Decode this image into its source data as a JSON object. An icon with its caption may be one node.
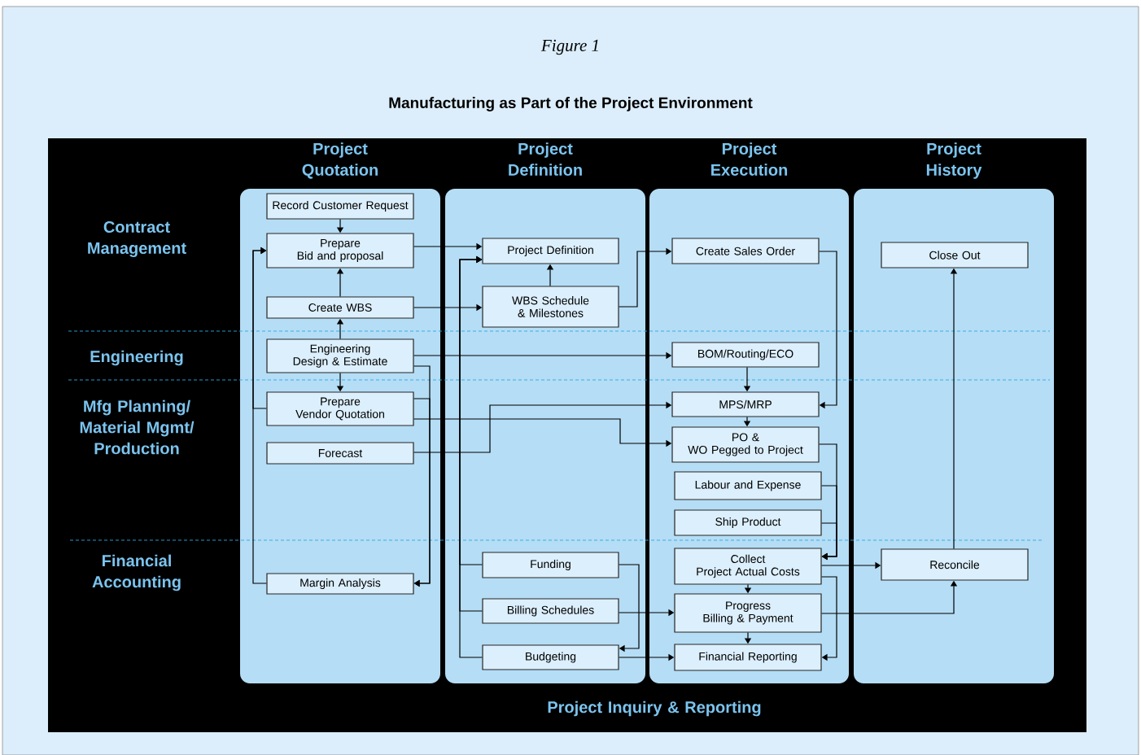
{
  "diagram": {
    "title": "Manufacturing as Part of the Project Environment",
    "caption": "Figure 1",
    "nodes": [
      {
        "text": [
          "Project Quotation"
        ]
      },
      {
        "text": [
          "Record Customer Request"
        ],
        "in": 0
      },
      {
        "text": [
          "Prepare Bid and proposal"
        ],
        "in": 0
      },
      {
        "text": [
          "Create WBS"
        ],
        "in": 0
      },
      {
        "text": [
          "Engineering Design & Estimate"
        ],
        "in": 0
      },
      {
        "text": [
          "Prepare Vendor Quotation"
        ],
        "in": 0
      },
      {
        "text": [
          "Forecast"
        ],
        "in": 0
      },
      {
        "text": [
          "Margin Analysis"
        ],
        "in": 0
      },
      {
        "text": [
          "Project Definition"
        ]
      },
      {
        "text": [
          "Project Definition"
        ],
        "in": 8
      },
      {
        "text": [
          "WBS Schedule & Milestones"
        ],
        "in": 8
      },
      {
        "text": [
          "Funding"
        ],
        "in": 8
      },
      {
        "text": [
          "Billing Schedules"
        ],
        "in": 8
      },
      {
        "text": [
          "Budgeting"
        ],
        "in": 8
      },
      {
        "text": [
          "Project Execution"
        ]
      },
      {
        "text": [
          "Create Sales Order"
        ],
        "in": 14
      },
      {
        "text": [
          "BOM/Routing/ECO"
        ],
        "in": 14
      },
      {
        "text": [
          "MPS/MRP"
        ],
        "in": 14
      },
      {
        "text": [
          "PO & WO Pegged to Project"
        ],
        "in": 14
      },
      {
        "text": [
          "Labour and Expense"
        ],
        "in": 14
      },
      {
        "text": [
          "Ship Product"
        ],
        "in": 14
      },
      {
        "text": [
          "Collect Project Actual Costs"
        ],
        "in": 14
      },
      {
        "text": [
          "Progress Billing & Payment"
        ],
        "in": 14
      },
      {
        "text": [
          "Financial Reporting"
        ],
        "in": 14
      },
      {
        "text": [
          "Project History"
        ]
      },
      {
        "text": [
          "Close Out"
        ],
        "in": 24
      },
      {
        "text": [
          "Reconcile"
        ],
        "in": 24
      }
    ],
    "edges": [
      {
        "from": 1,
        "to": 2,
        "arrow": "to"
      },
      {
        "from": 3,
        "to": 2,
        "arrow": "to"
      },
      {
        "from": 4,
        "to": 3,
        "arrow": "to"
      },
      {
        "from": 4,
        "to": 5,
        "arrow": "to"
      },
      {
        "from": 5,
        "to": 2,
        "arrow": "to"
      },
      {
        "from": 7,
        "to": 2,
        "arrow": "to"
      },
      {
        "from": 4,
        "to": 7,
        "arrow": "to"
      },
      {
        "from": 5,
        "to": 7,
        "arrow": "to"
      },
      {
        "from": 2,
        "to": 9,
        "arrow": "to"
      },
      {
        "from": 3,
        "to": 10,
        "arrow": "to"
      },
      {
        "from": 10,
        "to": 9,
        "arrow": "to"
      },
      {
        "from": 11,
        "to": 9,
        "arrow": "to"
      },
      {
        "from": 12,
        "to": 9,
        "arrow": "to"
      },
      {
        "from": 13,
        "to": 9,
        "arrow": "to"
      },
      {
        "from": 10,
        "to": 15,
        "arrow": "to"
      },
      {
        "from": 4,
        "to": 16,
        "arrow": "to"
      },
      {
        "from": 5,
        "to": 18,
        "arrow": "to"
      },
      {
        "from": 6,
        "to": 17,
        "arrow": "to"
      },
      {
        "from": 15,
        "to": 17,
        "arrow": "to"
      },
      {
        "from": 16,
        "to": 17,
        "arrow": "to"
      },
      {
        "from": 17,
        "to": 18,
        "arrow": "to"
      },
      {
        "from": 11,
        "to": 13,
        "arrow": "to"
      },
      {
        "from": 12,
        "to": 22,
        "arrow": "to"
      },
      {
        "from": 13,
        "to": 23,
        "arrow": "to"
      },
      {
        "from": 18,
        "to": 21,
        "arrow": "to"
      },
      {
        "from": 19,
        "to": 21,
        "arrow": "to"
      },
      {
        "from": 20,
        "to": 21,
        "arrow": "to"
      },
      {
        "from": 21,
        "to": 26,
        "arrow": "to"
      },
      {
        "from": 21,
        "to": 23,
        "arrow": "to"
      },
      {
        "from": 21,
        "to": 22,
        "arrow": "to"
      },
      {
        "from": 22,
        "to": 23,
        "arrow": "to"
      },
      {
        "from": 22,
        "to": 26,
        "arrow": "to"
      },
      {
        "from": 26,
        "to": 25,
        "arrow": "to"
      }
    ],
    "labels": [
      "Contract Management",
      "Engineering",
      "Mfg Planning/ Material Mgmt/ Production",
      "Financial Accounting",
      "Project Inquiry & Reporting"
    ]
  }
}
